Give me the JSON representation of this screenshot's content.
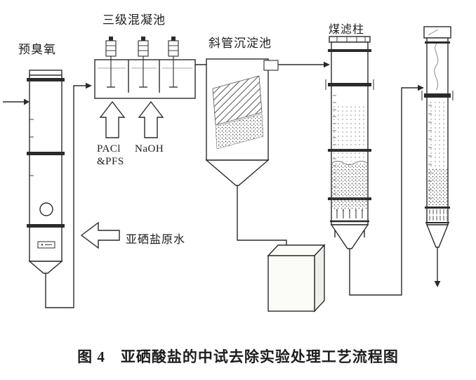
{
  "caption": {
    "text": "图 4　亚硒酸盐的中试去除实验处理工艺流程图"
  },
  "labels": {
    "pre_ozone": "预臭氧",
    "coagulation_tank": "三级混凝池",
    "inclined_tube_settler": "斜管沉淀池",
    "coal_filter_column": "煤滤柱",
    "chem_pacl": "PACl",
    "chem_pfs": "&PFS",
    "chem_naoh": "NaOH",
    "raw_water": "亚硒盐原水"
  },
  "colors": {
    "ink": "#2b2b2b",
    "background": "#ffffff"
  }
}
